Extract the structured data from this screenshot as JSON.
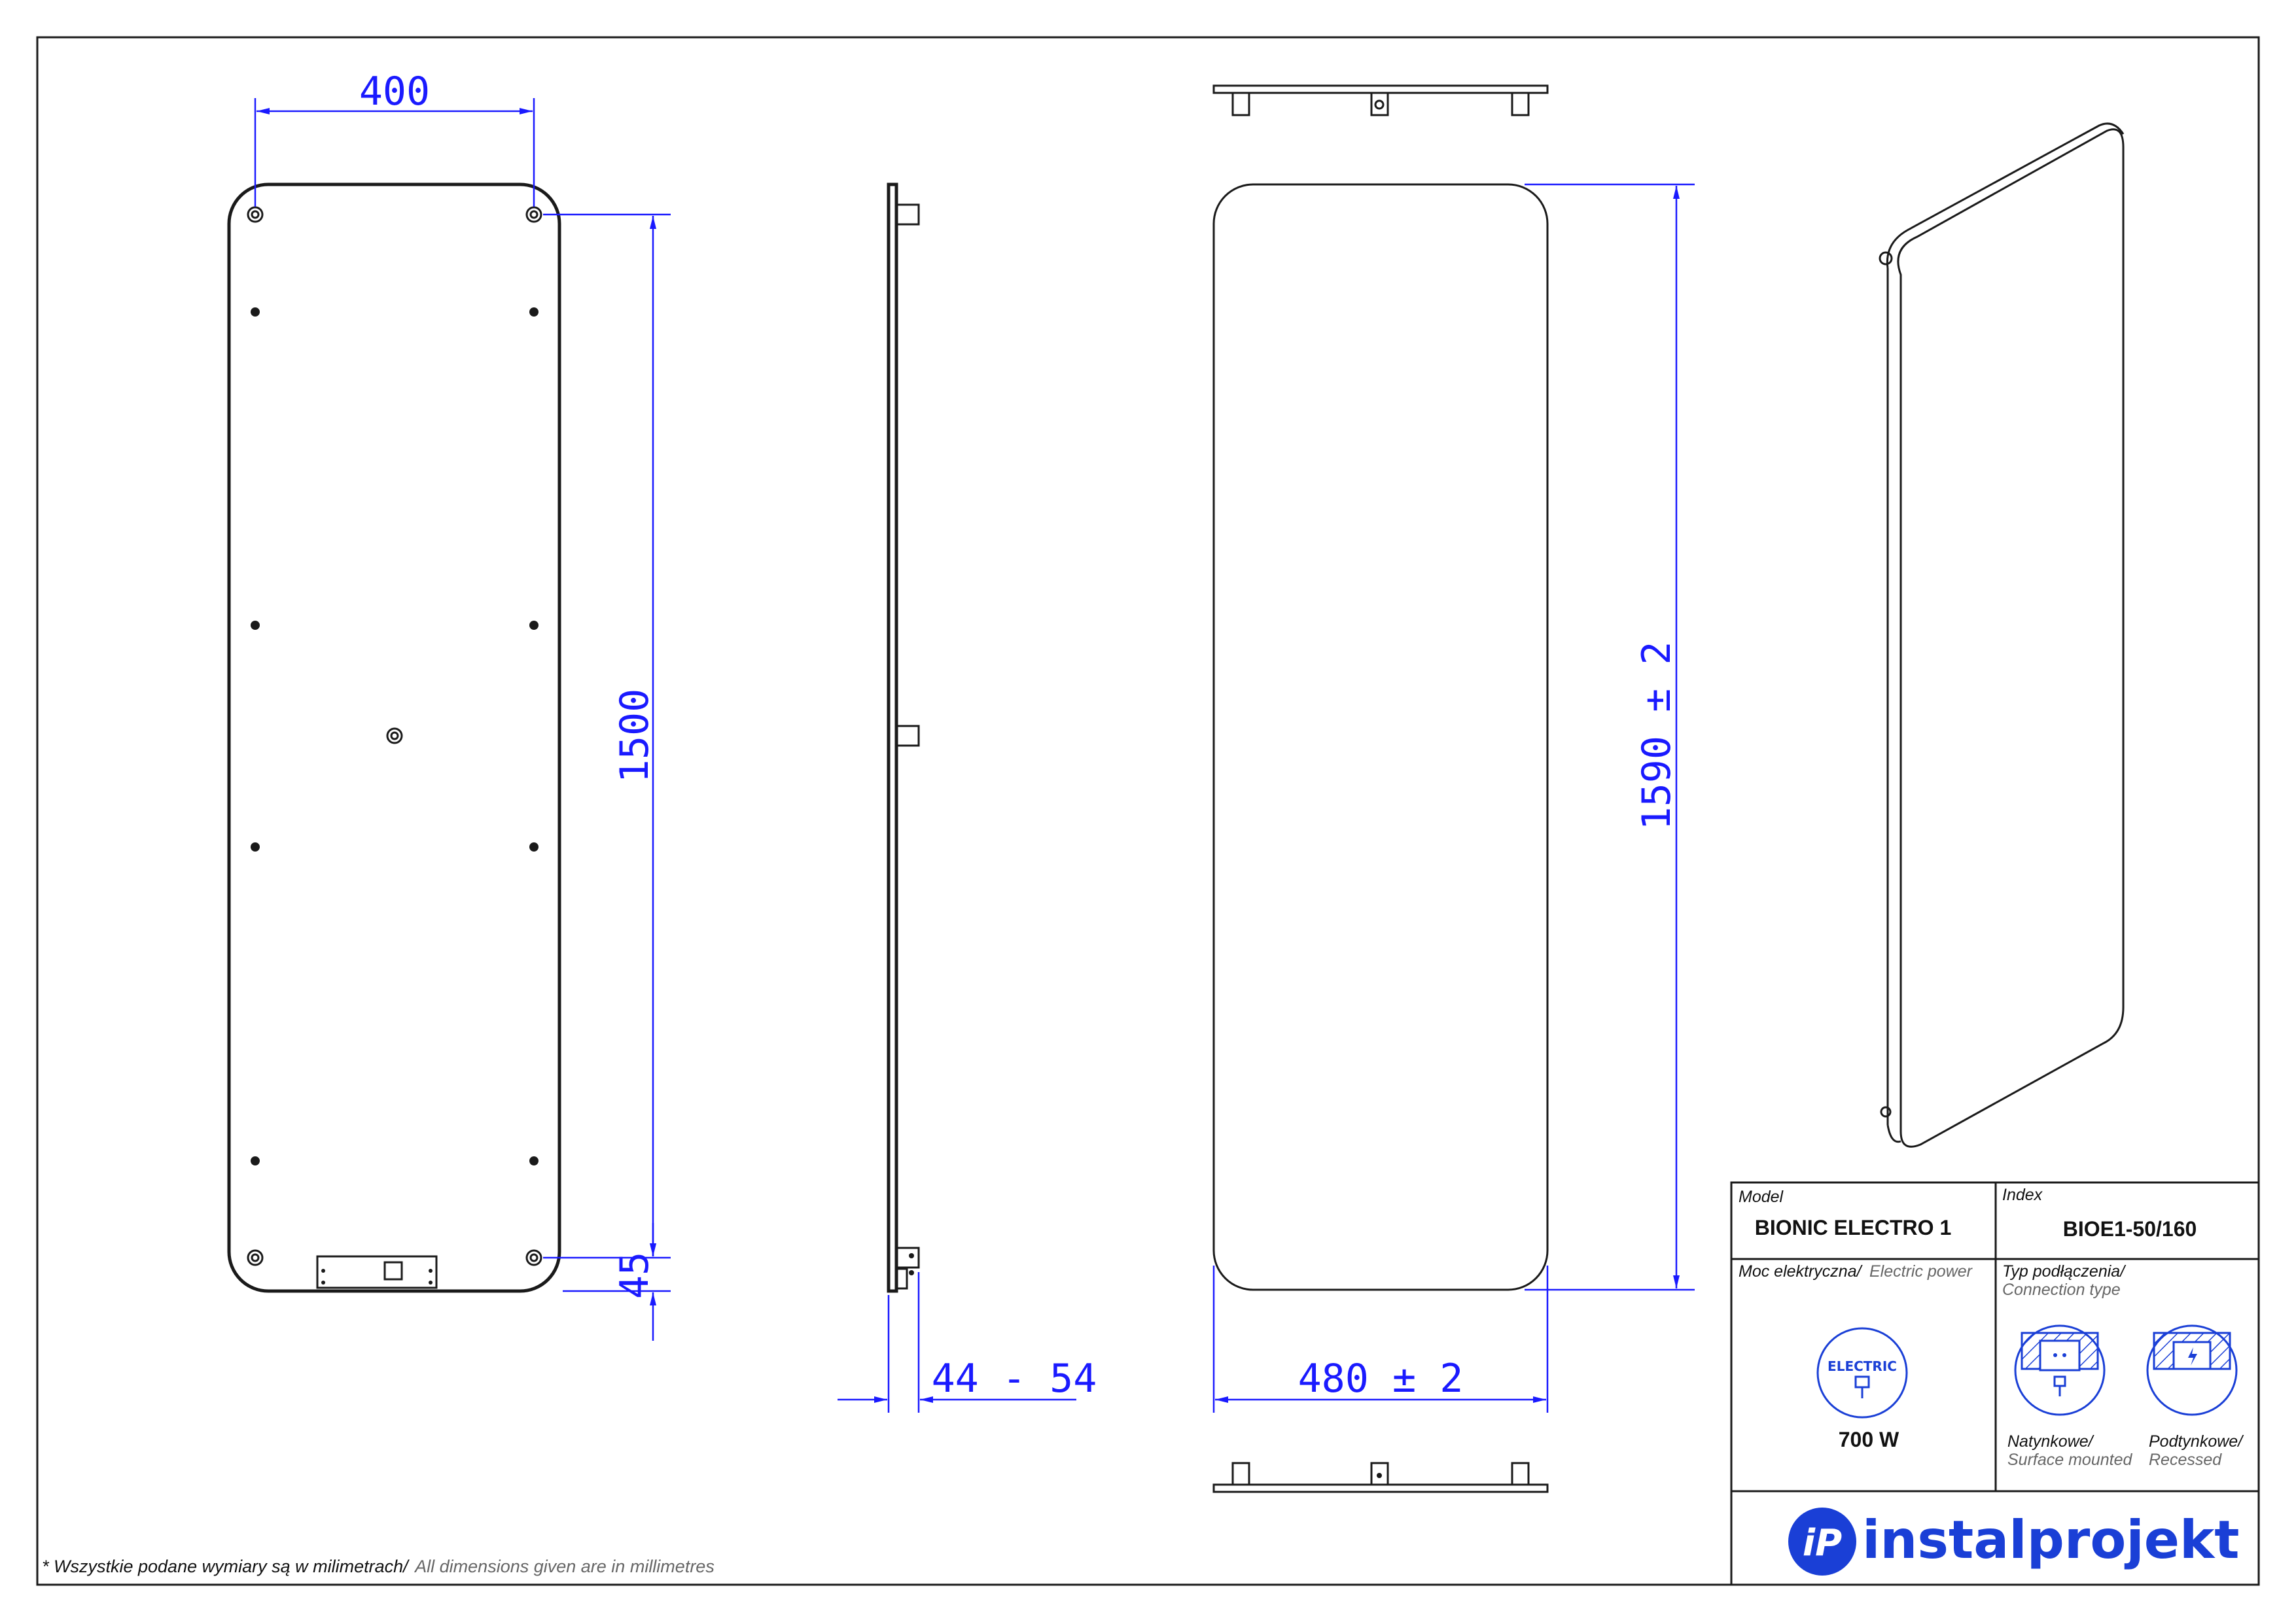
{
  "dimensions": {
    "back_width": "400",
    "back_height": "1500",
    "bottom_offset": "45",
    "depth": "44 - 54",
    "front_width": "480 ± 2",
    "front_height": "1590 ± 2"
  },
  "title_block": {
    "model_label": "Model",
    "model_value": "BIONIC ELECTRO 1",
    "index_label": "Index",
    "index_value": "BIOE1-50/160",
    "power_label_pl": "Moc elektryczna/",
    "power_label_en": "Electric power",
    "power_badge": "ELECTRIC",
    "power_value": "700 W",
    "connection_label_pl": "Typ podłączenia/",
    "connection_label_en": "Connection type",
    "surface_pl": "Natynkowe/",
    "surface_en": "Surface mounted",
    "recessed_pl": "Podtynkowe/",
    "recessed_en": "Recessed"
  },
  "brand": {
    "name": "instalprojekt",
    "logo_mark": "iP",
    "color": "#1a3fd6"
  },
  "note": {
    "pl": "* Wszystkie podane wymiary są w milimetrach/",
    "en": "All dimensions given are in millimetres"
  },
  "dimension_color": "#1a1aff"
}
